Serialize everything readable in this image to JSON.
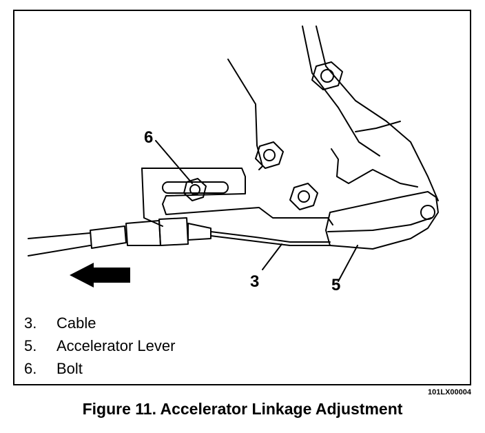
{
  "callouts": {
    "bolt": "6",
    "cable": "3",
    "lever": "5"
  },
  "legend": [
    {
      "number": "3.",
      "label": "Cable"
    },
    {
      "number": "5.",
      "label": "Accelerator Lever"
    },
    {
      "number": "6.",
      "label": "Bolt"
    }
  ],
  "figure_code": "101LX00004",
  "caption": "Figure 11.  Accelerator Linkage Adjustment",
  "icons": [
    "direction-arrow-left-icon"
  ]
}
